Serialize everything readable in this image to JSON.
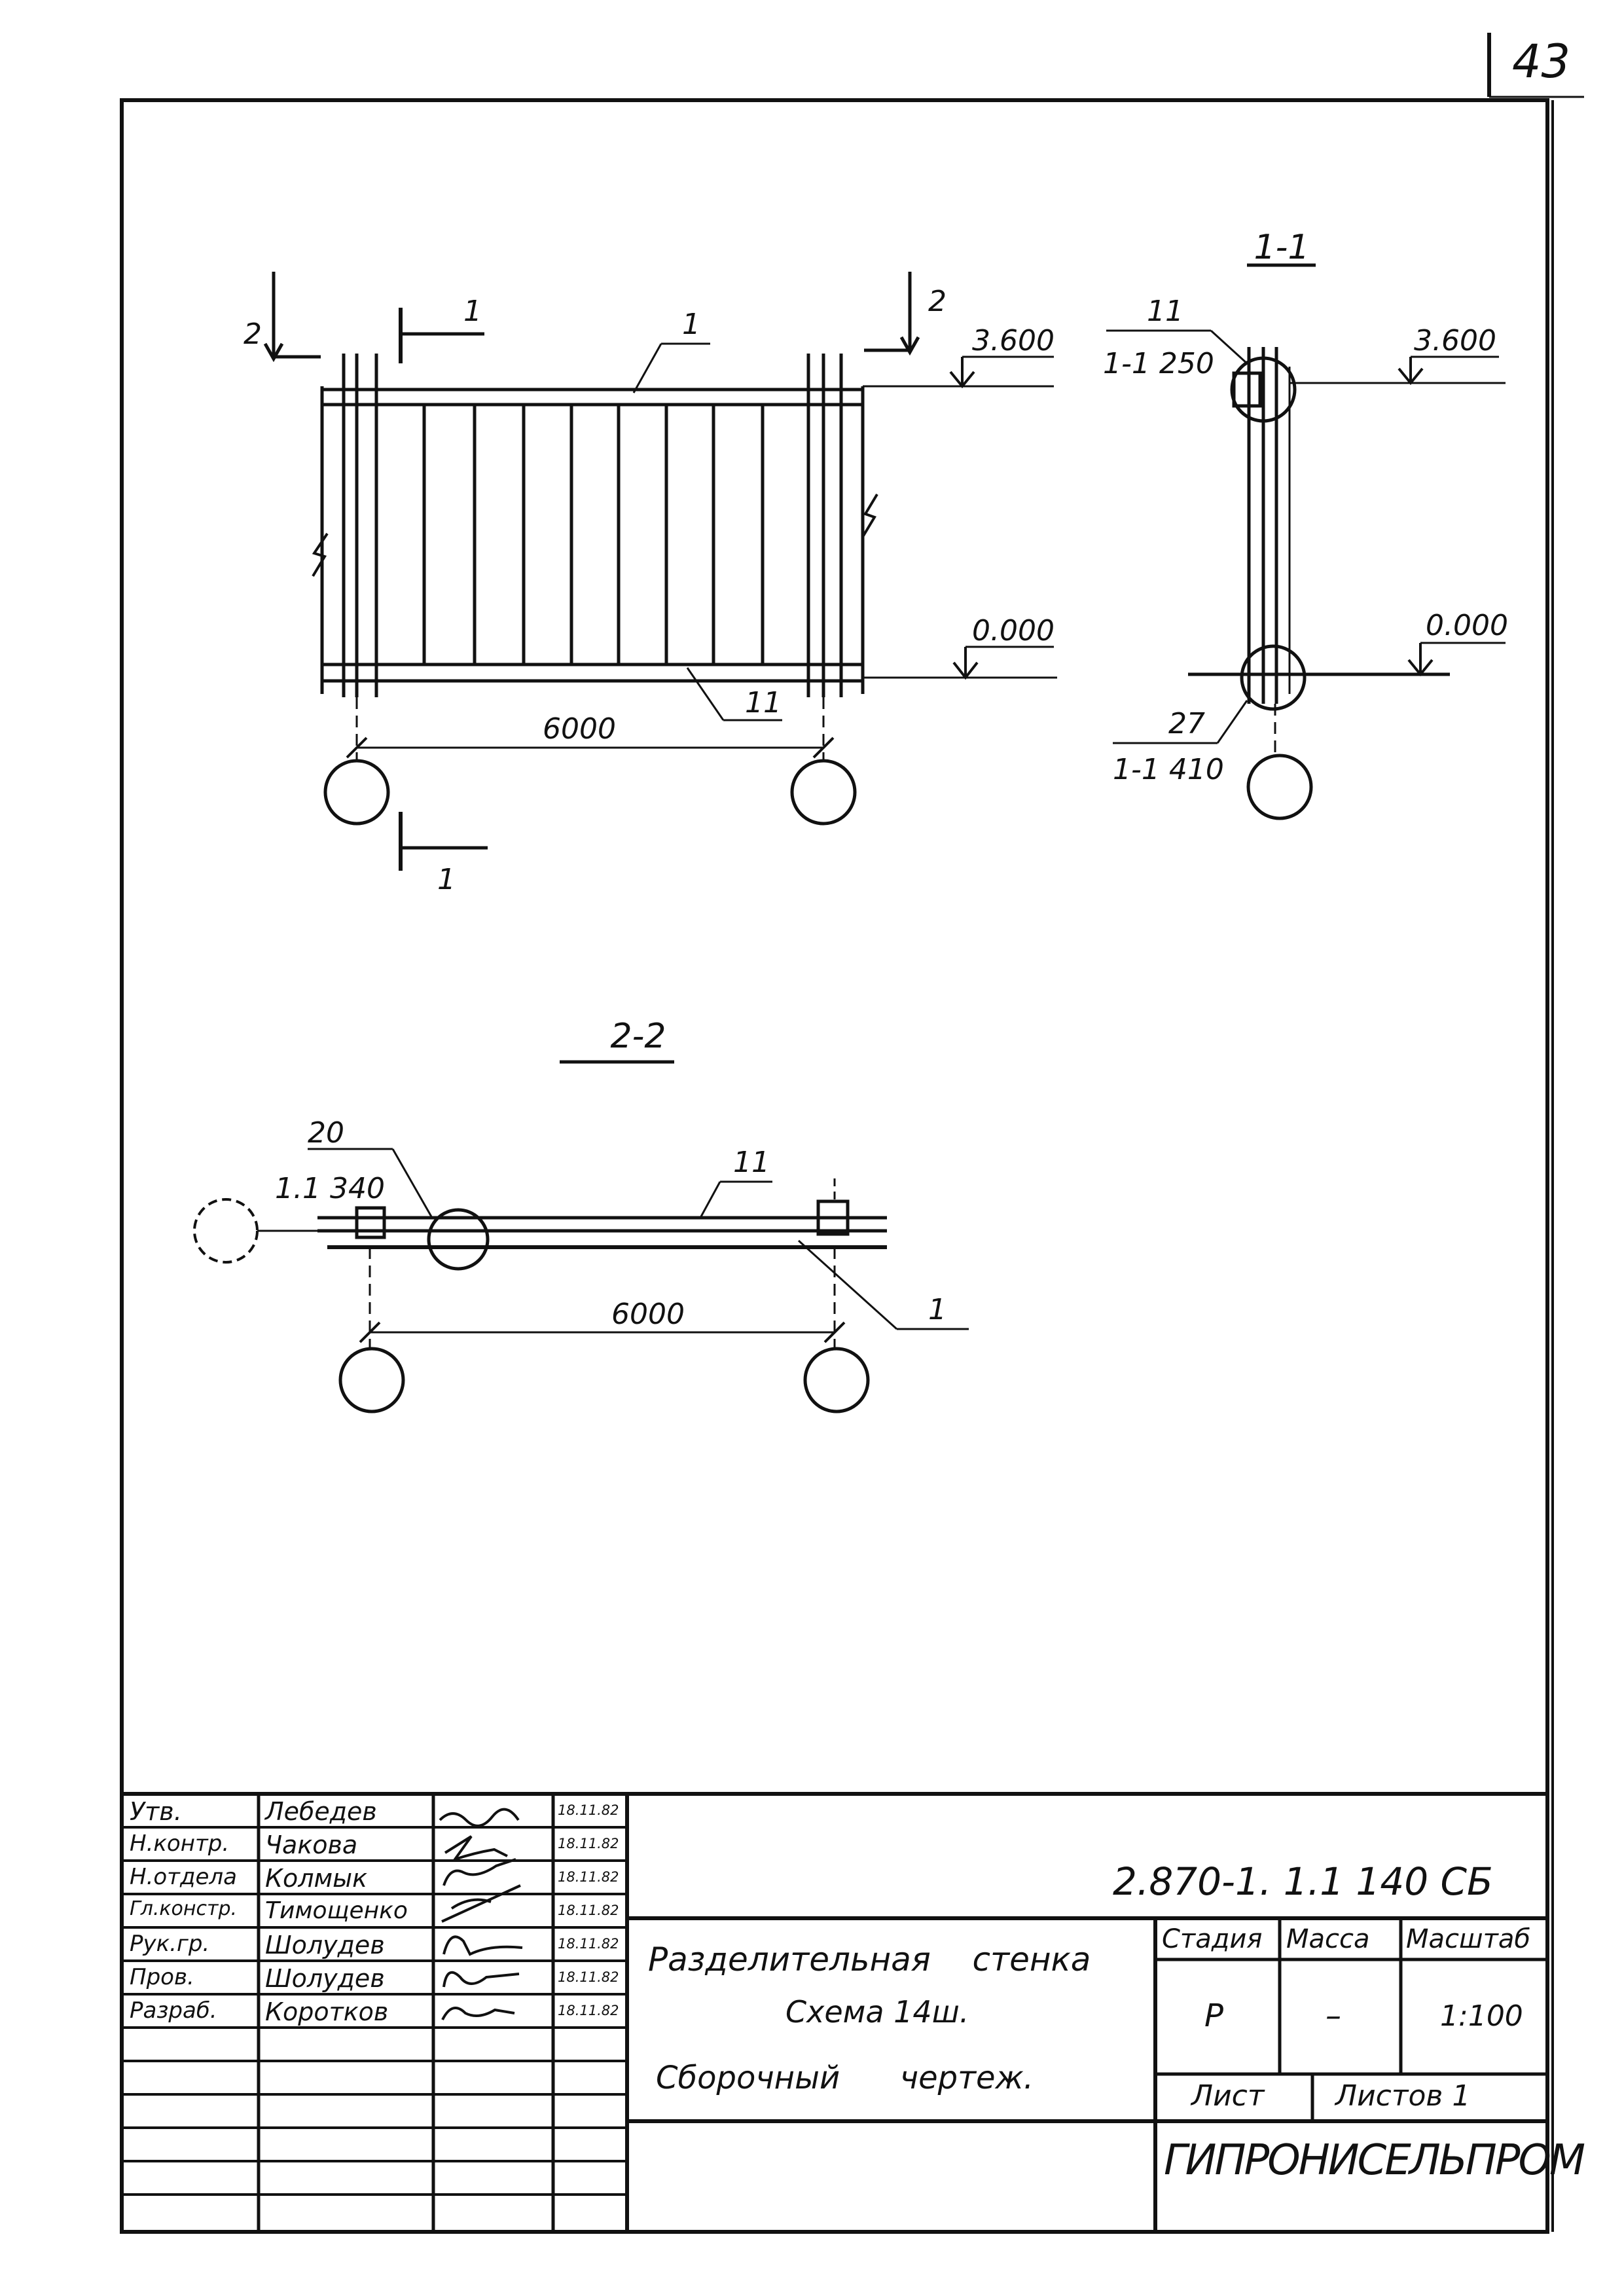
{
  "sheet_number": "43",
  "views": {
    "elevation": {
      "cut_mark_1": "1",
      "cut_mark_2": "2",
      "elev_top": "3.600",
      "elev_bottom": "0.000",
      "pos_top": "1",
      "pos_bottom": "11",
      "dimension": "6000"
    },
    "section_1_1": {
      "title": "1-1",
      "callout_top_num": "11",
      "callout_top_ref": "1-1  250",
      "callout_bottom_num": "27",
      "callout_bottom_ref": "1-1  410",
      "elev_top": "3.600",
      "elev_bottom": "0.000"
    },
    "section_2_2": {
      "title": "2-2",
      "callout_num": "20",
      "callout_ref": "1.1  340",
      "pos_top": "11",
      "pos_right": "1",
      "dimension": "6000"
    }
  },
  "title_block": {
    "signatures": [
      {
        "role": "Утв.",
        "name": "Лебедев",
        "date": "18.11.82"
      },
      {
        "role": "Н.контр.",
        "name": "Чакова",
        "date": "18.11.82"
      },
      {
        "role": "Н.отдела",
        "name": "Колмык",
        "date": "18.11.82"
      },
      {
        "role": "Гл.констр.",
        "name": "Тимощенко",
        "date": "18.11.82"
      },
      {
        "role": "Рук.гр.",
        "name": "Шолудев",
        "date": "18.11.82"
      },
      {
        "role": "Пров.",
        "name": "Шолудев",
        "date": "18.11.82"
      },
      {
        "role": "Разраб.",
        "name": "Коротков",
        "date": "18.11.82"
      }
    ],
    "document_code": "2.870-1. 1.1  140 СБ",
    "title_line1": "Разделительная    стенка",
    "title_line2": "Схема  14ш.",
    "title_line3": "Сборочный      чертеж.",
    "stage_label": "Стадия",
    "mass_label": "Масса",
    "scale_label": "Масштаб",
    "stage_value": "Р",
    "mass_value": "–",
    "scale_value": "1:100",
    "sheet_label": "Лист",
    "sheets_label": "Листов 1",
    "organization": "ГИПРОНИСЕЛЬПРОМ"
  }
}
